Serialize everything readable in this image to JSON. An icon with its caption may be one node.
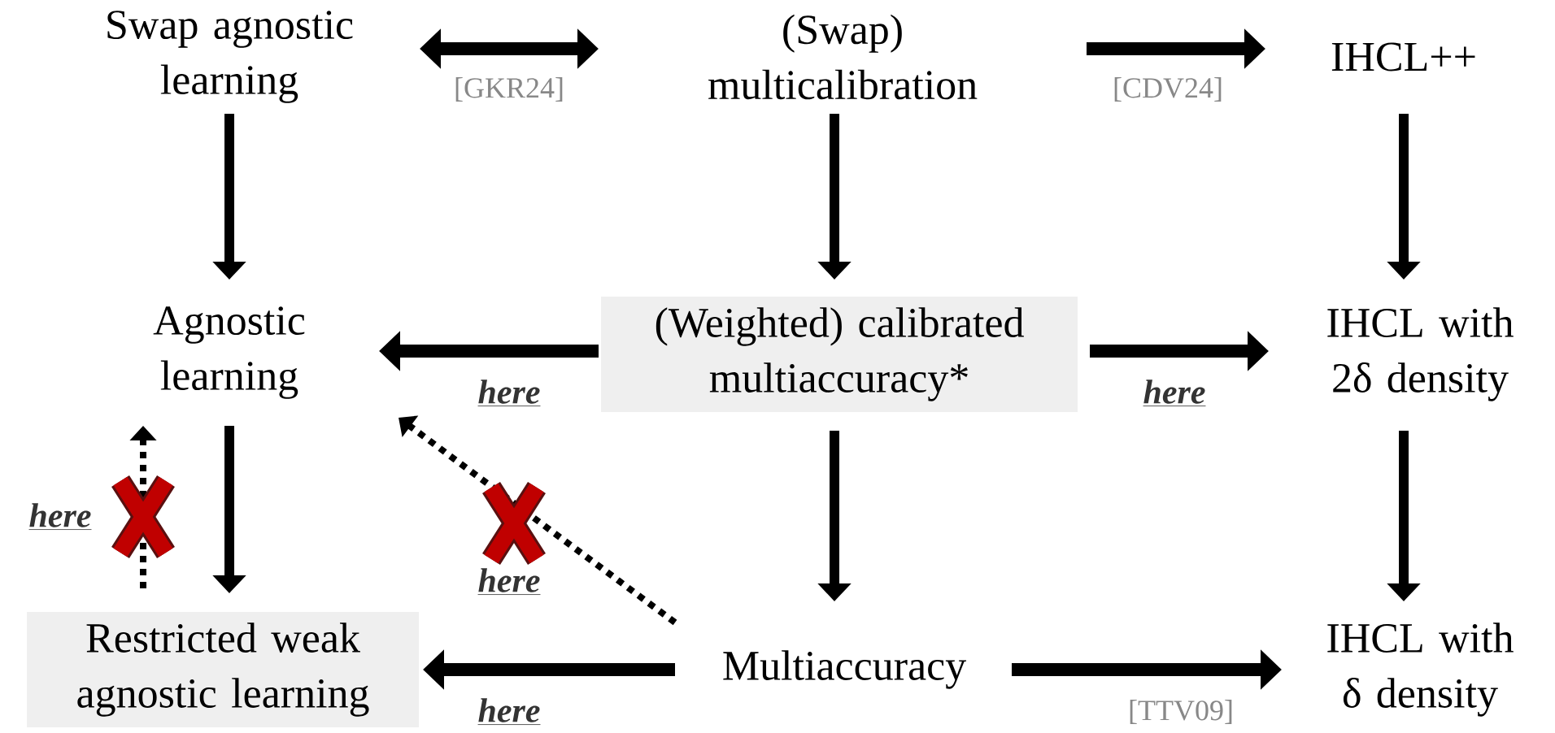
{
  "diagram": {
    "nodes": [
      {
        "text": [
          "Swap agnostic learning"
        ]
      },
      {
        "text": [
          "(Swap) multicalibration"
        ]
      },
      {
        "text": [
          "IHCL++"
        ]
      },
      {
        "text": [
          "Agnostic learning"
        ]
      },
      {
        "text": [
          "(Weighted) calibrated multiaccuracy*"
        ]
      },
      {
        "text": [
          "IHCL with 2δ density"
        ]
      },
      {
        "text": [
          "Restricted weak agnostic learning"
        ]
      },
      {
        "text": [
          "Multiaccuracy"
        ]
      },
      {
        "text": [
          "IHCL with δ density"
        ]
      }
    ],
    "edges": [
      {
        "from": 0,
        "to": 1,
        "arrow": "both",
        "label": "[GKR24]"
      },
      {
        "from": 1,
        "to": 2,
        "arrow": "to",
        "label": "[CDV24]"
      },
      {
        "from": 0,
        "to": 3,
        "arrow": "to"
      },
      {
        "from": 1,
        "to": 4,
        "arrow": "to"
      },
      {
        "from": 2,
        "to": 5,
        "arrow": "to"
      },
      {
        "from": 4,
        "to": 3,
        "arrow": "to",
        "label": "here"
      },
      {
        "from": 4,
        "to": 5,
        "arrow": "to",
        "label": "here"
      },
      {
        "from": 4,
        "to": 7,
        "arrow": "to"
      },
      {
        "from": 5,
        "to": 8,
        "arrow": "to"
      },
      {
        "from": 3,
        "to": 6,
        "arrow": "to"
      },
      {
        "from": 6,
        "to": 3,
        "arrow": "to",
        "style": "dashed",
        "label": "here"
      },
      {
        "from": 7,
        "to": 3,
        "arrow": "to",
        "style": "dashed",
        "label": "here"
      },
      {
        "from": 7,
        "to": 6,
        "arrow": "to",
        "label": "here"
      },
      {
        "from": 7,
        "to": 8,
        "arrow": "to",
        "label": "[TTV09]"
      }
    ]
  }
}
